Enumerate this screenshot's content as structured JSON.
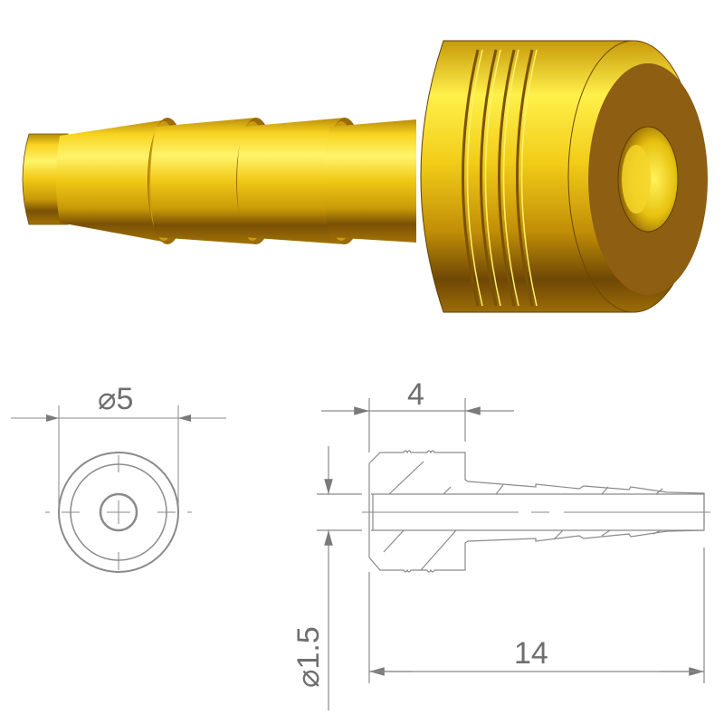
{
  "rendering": {
    "subject": "brass hose barb fitting",
    "colors": {
      "brass_light": "#fff23a",
      "brass_mid": "#e2b807",
      "brass_dark": "#8a5c06",
      "end_face": "#8e5e12",
      "line": "#8a8a8a",
      "dim_text": "#6e6e6e"
    }
  },
  "drawing": {
    "end_view": {
      "dimension_label": "⌀5",
      "diameter_symbol": "⌀",
      "value": "5"
    },
    "side_view": {
      "head_length_label": "4",
      "bore_diameter_label": "⌀1.5",
      "bore_symbol": "⌀",
      "bore_value": "1.5",
      "total_length_label": "14"
    }
  }
}
